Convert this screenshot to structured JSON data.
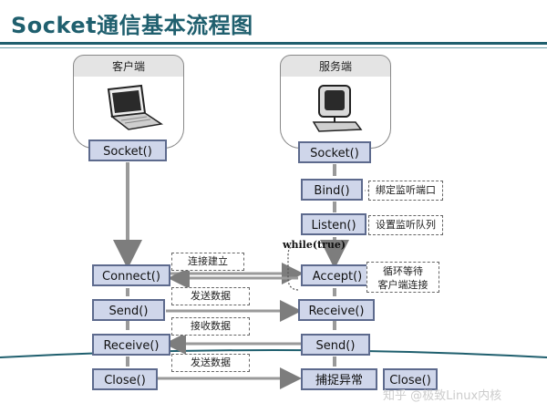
{
  "title": "Socket通信基本流程图",
  "client": {
    "header": "客户端",
    "icon": "laptop-icon"
  },
  "server": {
    "header": "服务端",
    "icon": "desktop-computer-icon"
  },
  "client_steps": [
    "Socket()",
    "Connect()",
    "Send()",
    "Receive()",
    "Close()"
  ],
  "server_steps": [
    "Socket()",
    "Bind()",
    "Listen()",
    "Accept()",
    "Receive()",
    "Send()",
    "捕捉异常",
    "Close()"
  ],
  "notes": {
    "bind": "绑定监听端口",
    "listen": "设置监听队列",
    "accept_line1": "循环等待",
    "accept_line2": "客户端连接",
    "connect": "连接建立",
    "send": "发送数据",
    "receive": "接收数据",
    "close": "发送数据"
  },
  "loop_label": "while(true)",
  "watermark": "知乎 @极致Linux内核"
}
